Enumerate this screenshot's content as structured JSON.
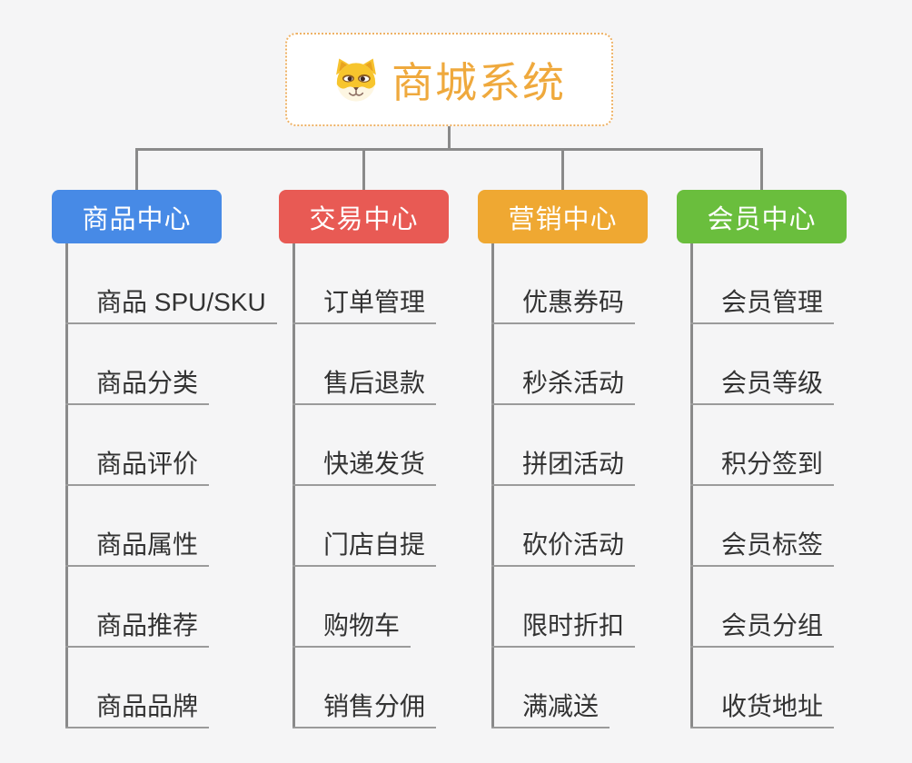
{
  "root": {
    "title": "商城系统",
    "icon": "dog-mascot-icon"
  },
  "branches": [
    {
      "label": "商品中心",
      "color": "#478ae6",
      "items": [
        "商品 SPU/SKU",
        "商品分类",
        "商品评价",
        "商品属性",
        "商品推荐",
        "商品品牌"
      ]
    },
    {
      "label": "交易中心",
      "color": "#e85a54",
      "items": [
        "订单管理",
        "售后退款",
        "快递发货",
        "门店自提",
        "购物车",
        "销售分佣"
      ]
    },
    {
      "label": "营销中心",
      "color": "#efa832",
      "items": [
        "优惠券码",
        "秒杀活动",
        "拼团活动",
        "砍价活动",
        "限时折扣",
        "满减送"
      ]
    },
    {
      "label": "会员中心",
      "color": "#6abe3d",
      "items": [
        "会员管理",
        "会员等级",
        "积分签到",
        "会员标签",
        "会员分组",
        "收货地址"
      ]
    }
  ],
  "colors": {
    "background": "#f5f5f6",
    "connector": "#8a8a8a",
    "item_underline": "#9b9b9b",
    "item_text": "#333333",
    "root_border": "#eeb266",
    "root_title": "#efa93d"
  }
}
